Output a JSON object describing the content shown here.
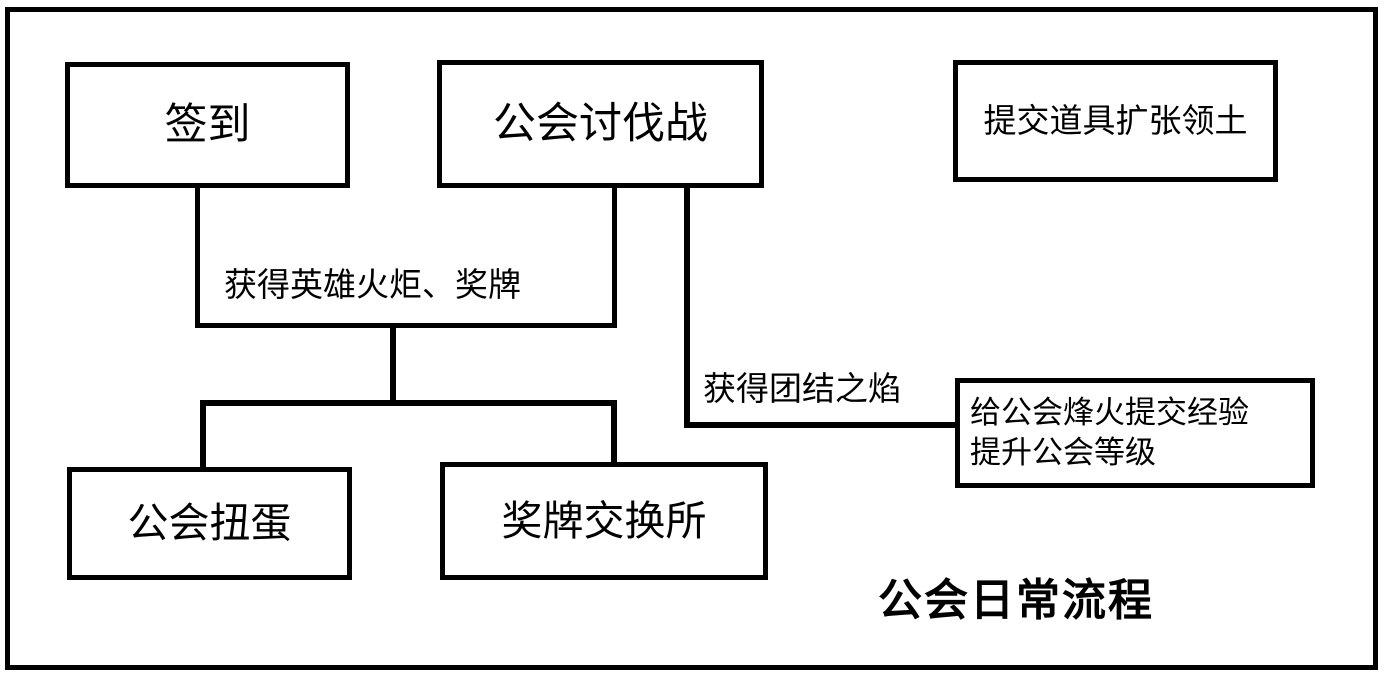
{
  "diagram": {
    "caption": "公会日常流程",
    "nodes": {
      "checkin": "签到",
      "guild_raid": "公会讨伐战",
      "expand_land": "提交道具扩张领土",
      "guild_gacha": "公会扭蛋",
      "medal_shop": "奖牌交换所",
      "guild_exp": "给公会烽火提交经验\n提升公会等级"
    },
    "edge_labels": {
      "torch_medal": "获得英雄火炬、奖牌",
      "unity_flame": "获得团结之焰"
    },
    "colors": {
      "line": "#000000",
      "background": "#ffffff",
      "text": "#000000"
    }
  }
}
